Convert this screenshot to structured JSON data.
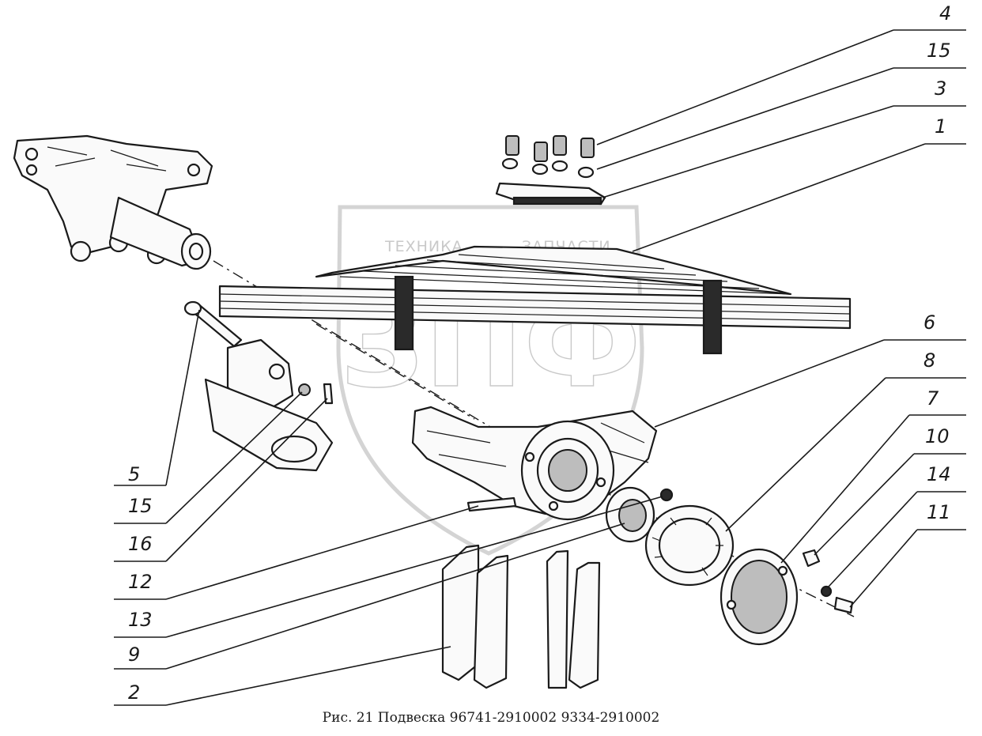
{
  "caption": "Рис. 21 Подвеска  96741-2910002  9334-2910002",
  "watermark": {
    "line1": "ТЕХНИКА",
    "line2": "ЗАПЧАСТИ",
    "big": "ЗПФ"
  },
  "callouts": [
    {
      "id": "4",
      "label": "4"
    },
    {
      "id": "15a",
      "label": "15"
    },
    {
      "id": "3",
      "label": "3"
    },
    {
      "id": "1",
      "label": "1"
    },
    {
      "id": "6",
      "label": "6"
    },
    {
      "id": "8",
      "label": "8"
    },
    {
      "id": "7",
      "label": "7"
    },
    {
      "id": "10",
      "label": "10"
    },
    {
      "id": "14",
      "label": "14"
    },
    {
      "id": "11",
      "label": "11"
    },
    {
      "id": "5",
      "label": "5"
    },
    {
      "id": "15b",
      "label": "15"
    },
    {
      "id": "16",
      "label": "16"
    },
    {
      "id": "12",
      "label": "12"
    },
    {
      "id": "13",
      "label": "13"
    },
    {
      "id": "9",
      "label": "9"
    },
    {
      "id": "2",
      "label": "2"
    }
  ]
}
